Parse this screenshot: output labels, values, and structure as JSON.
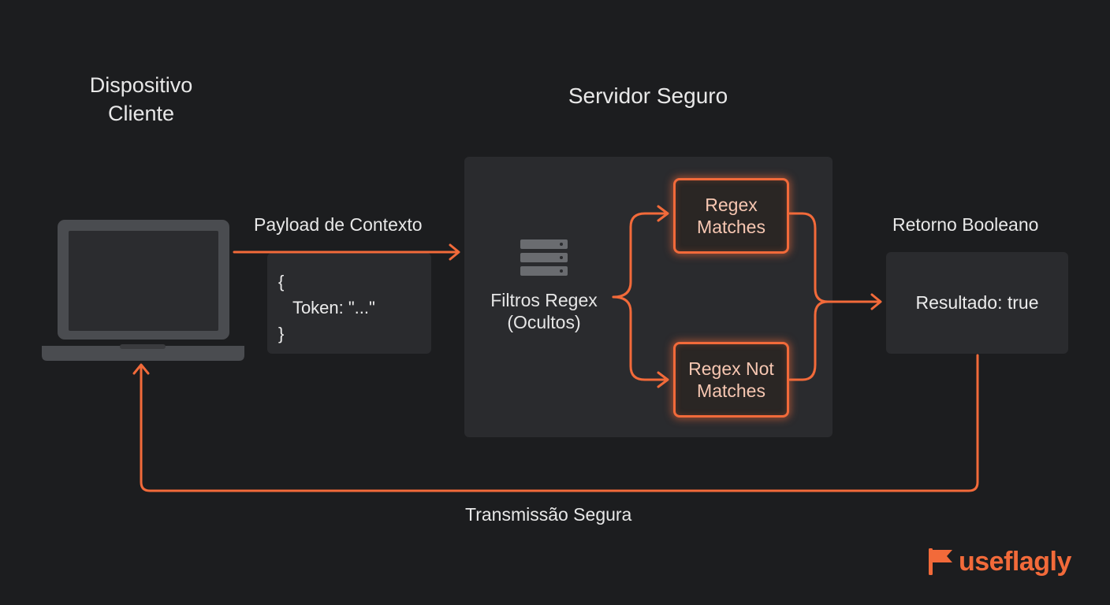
{
  "client": {
    "title_line1": "Dispositivo",
    "title_line2": "Cliente"
  },
  "server": {
    "title": "Servidor Seguro",
    "filter_line1": "Filtros Regex",
    "filter_line2": "(Ocultos)"
  },
  "payload": {
    "label": "Payload de Contexto",
    "code_open": "{",
    "code_token": "   Token: \"...\"",
    "code_close": "}"
  },
  "matches": {
    "line1": "Regex",
    "line2": "Matches"
  },
  "not_matches": {
    "line1": "Regex Not",
    "line2": "Matches"
  },
  "result": {
    "label": "Retorno Booleano",
    "value": "Resultado: true"
  },
  "transmission": {
    "label": "Transmissão Segura"
  },
  "brand": {
    "name": "useflagly"
  },
  "colors": {
    "accent": "#f26a3a",
    "panel": "#2a2b2e",
    "background": "#1c1d1f",
    "device": "#4a4c50"
  },
  "icons": {
    "client": "laptop-icon",
    "server": "server-stack-icon",
    "brand": "flag-icon"
  }
}
